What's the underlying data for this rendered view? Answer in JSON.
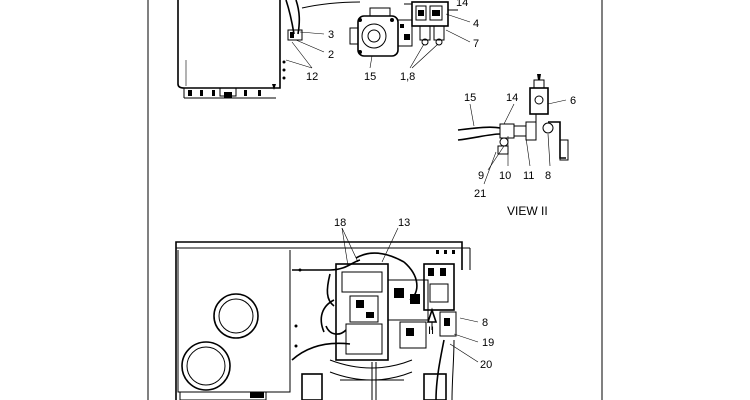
{
  "labels": {
    "top_14": "14",
    "top_3": "3",
    "top_2": "2",
    "top_12": "12",
    "top_4": "4",
    "top_7": "7",
    "top_15": "15",
    "top_1_8": "1,8",
    "view_15": "15",
    "view_14": "14",
    "view_6": "6",
    "view_9": "9",
    "view_10": "10",
    "view_11": "11",
    "view_8": "8",
    "view_21": "21",
    "bottom_18": "18",
    "bottom_13": "13",
    "bottom_8": "8",
    "bottom_19": "19",
    "bottom_20": "20",
    "view_marker": "II"
  },
  "view_title": "VIEW II"
}
